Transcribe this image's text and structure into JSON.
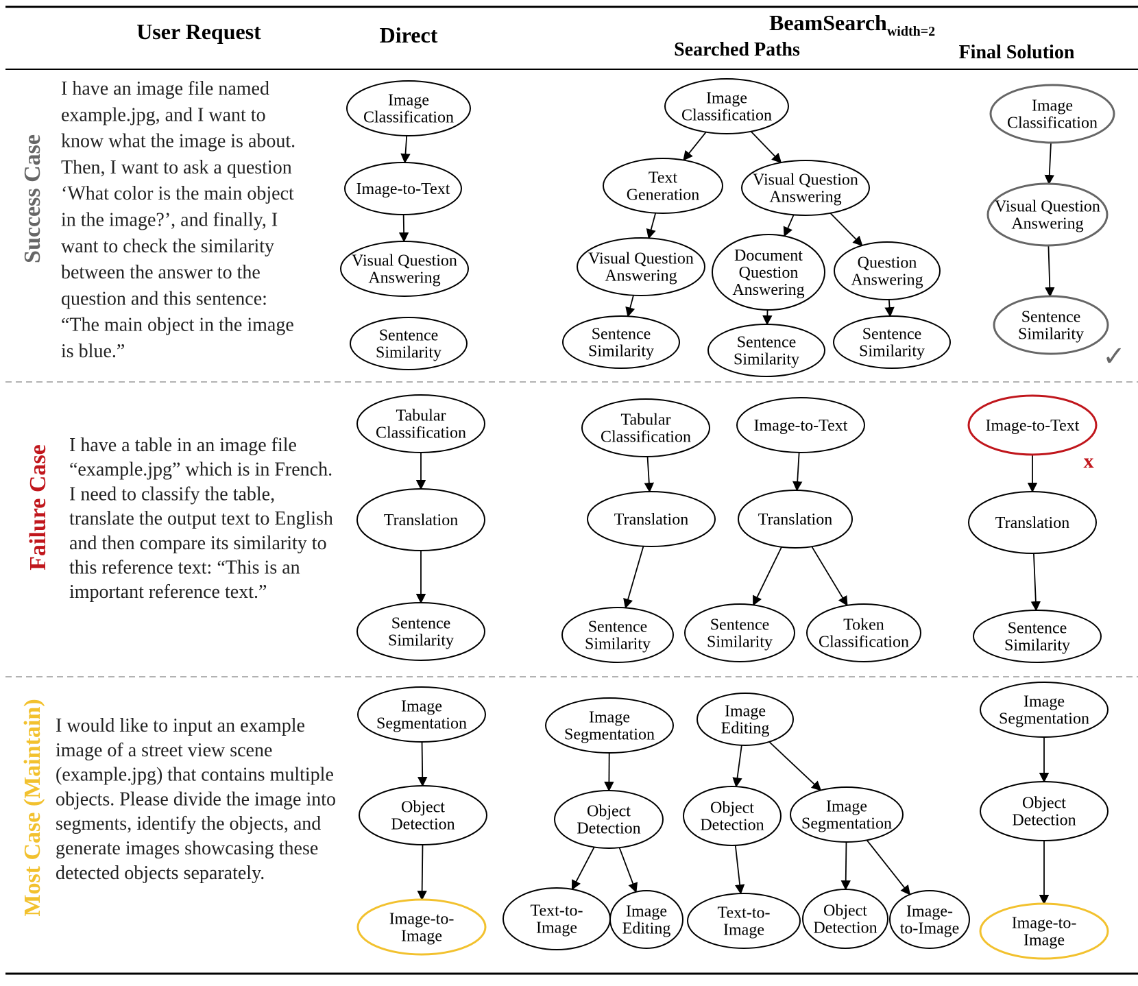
{
  "header": {
    "user_request": "User Request",
    "direct": "Direct",
    "beam_base": "BeamSearch",
    "beam_sub": "width=2",
    "searched_paths": "Searched Paths",
    "final_solution": "Final Solution"
  },
  "colors": {
    "success": "#666666",
    "failure": "#c0161c",
    "most": "#f2c12e",
    "final_success_node": "#666666",
    "fail_node": "#c0161c",
    "maintain_node": "#f2c12e"
  },
  "rows": {
    "success": {
      "side_label": "Success Case",
      "request_lines": [
        "I have an image file named",
        "example.jpg, and I want to",
        "know what the image is about.",
        "Then, I want to ask a question",
        "‘What color is the main object",
        "in the image?’, and finally, I",
        "want to check the similarity",
        "between the answer to the",
        "question and this sentence:",
        "“The main object in the image",
        "is blue.”"
      ],
      "check_mark": "✓"
    },
    "failure": {
      "side_label": "Failure Case",
      "request_lines": [
        "I have a table in an image file",
        "“example.jpg” which is in French.",
        "I need to classify the table,",
        "translate the output text to English",
        "and then compare its similarity to",
        "this reference text: “This is an",
        "important reference text.”"
      ],
      "x_mark": "x"
    },
    "most": {
      "side_label": "Most Case (Maintain)",
      "request_lines": [
        "I would like to input an example",
        "image of a street view scene",
        "(example.jpg) that contains multiple",
        "objects. Please divide the image into",
        "segments, identify the objects, and",
        "generate images showcasing these",
        "detected objects separately."
      ]
    }
  },
  "nodes": {
    "s_d1": [
      "Image",
      "Classification"
    ],
    "s_d2": [
      "Image-to-Text"
    ],
    "s_d3": [
      "Visual Question",
      "Answering"
    ],
    "s_d4": [
      "Sentence",
      "Similarity"
    ],
    "s_b1": [
      "Image",
      "Classification"
    ],
    "s_b2": [
      "Text",
      "Generation"
    ],
    "s_b3": [
      "Visual Question",
      "Answering"
    ],
    "s_b4": [
      "Visual Question",
      "Answering"
    ],
    "s_b5": [
      "Document",
      "Question",
      "Answering"
    ],
    "s_b6": [
      "Question",
      "Answering"
    ],
    "s_b7": [
      "Sentence",
      "Similarity"
    ],
    "s_b8": [
      "Sentence",
      "Similarity"
    ],
    "s_b9": [
      "Sentence",
      "Similarity"
    ],
    "s_f1": [
      "Image",
      "Classification"
    ],
    "s_f2": [
      "Visual Question",
      "Answering"
    ],
    "s_f3": [
      "Sentence",
      "Similarity"
    ],
    "f_d1": [
      "Tabular",
      "Classification"
    ],
    "f_d2": [
      "Translation"
    ],
    "f_d3": [
      "Sentence",
      "Similarity"
    ],
    "f_b1": [
      "Tabular",
      "Classification"
    ],
    "f_b2": [
      "Image-to-Text"
    ],
    "f_b3": [
      "Translation"
    ],
    "f_b4": [
      "Translation"
    ],
    "f_b5": [
      "Sentence",
      "Similarity"
    ],
    "f_b6": [
      "Sentence",
      "Similarity"
    ],
    "f_b7": [
      "Token",
      "Classification"
    ],
    "f_f1": [
      "Image-to-Text"
    ],
    "f_f2": [
      "Translation"
    ],
    "f_f3": [
      "Sentence",
      "Similarity"
    ],
    "m_d1": [
      "Image",
      "Segmentation"
    ],
    "m_d2": [
      "Object",
      "Detection"
    ],
    "m_d3": [
      "Image-to-",
      "Image"
    ],
    "m_b1": [
      "Image",
      "Segmentation"
    ],
    "m_b2": [
      "Image",
      "Editing"
    ],
    "m_b3": [
      "Object",
      "Detection"
    ],
    "m_b4": [
      "Object",
      "Detection"
    ],
    "m_b5": [
      "Image",
      "Segmentation"
    ],
    "m_b6": [
      "Text-to-",
      "Image"
    ],
    "m_b7": [
      "Image",
      "Editing"
    ],
    "m_b8": [
      "Text-to-",
      "Image"
    ],
    "m_b9": [
      "Object",
      "Detection"
    ],
    "m_b10": [
      "Image-",
      "to-Image"
    ],
    "m_f1": [
      "Image",
      "Segmentation"
    ],
    "m_f2": [
      "Object",
      "Detection"
    ],
    "m_f3": [
      "Image-to-",
      "Image"
    ]
  }
}
